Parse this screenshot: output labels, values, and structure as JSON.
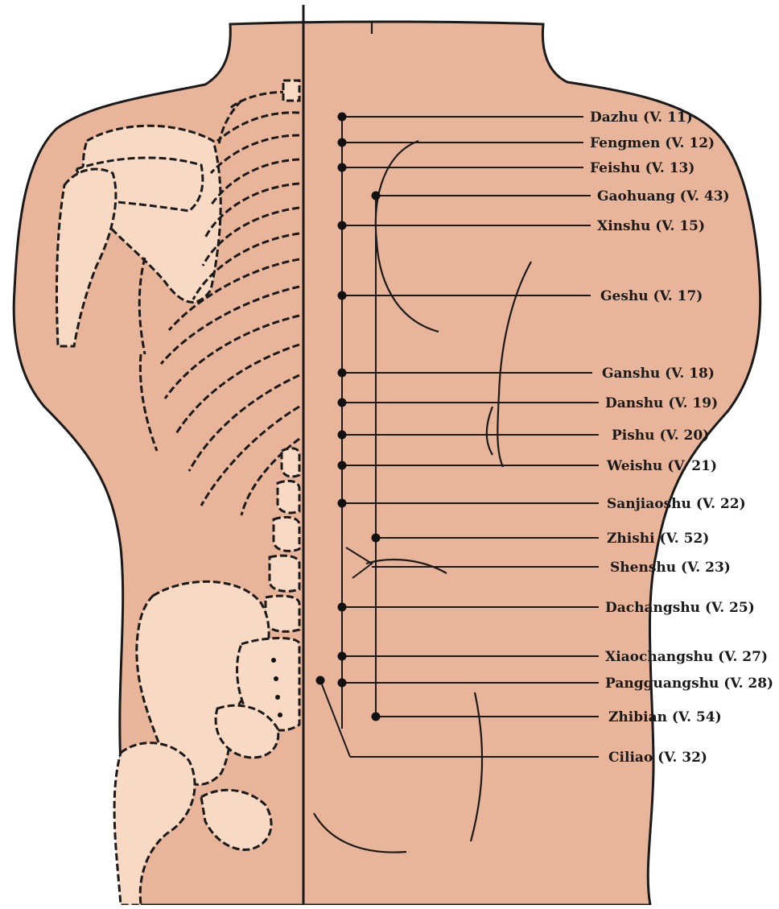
{
  "colors": {
    "skin": "#e8b59a",
    "bone": "#f8d9c4",
    "outline": "#1a1a1a",
    "background": "#ffffff"
  },
  "points": [
    {
      "name": "Dazhu",
      "code": "V. 11",
      "label": "Dazhu (V. 11)",
      "column": "midline"
    },
    {
      "name": "Fengmen",
      "code": "V. 12",
      "label": "Fengmen (V. 12)",
      "column": "midline"
    },
    {
      "name": "Feishu",
      "code": "V. 13",
      "label": "Feishu (V. 13)",
      "column": "midline"
    },
    {
      "name": "Gaohuang",
      "code": "V. 43",
      "label": "Gaohuang (V. 43)",
      "column": "lateral"
    },
    {
      "name": "Xinshu",
      "code": "V. 15",
      "label": "Xinshu (V. 15)",
      "column": "midline"
    },
    {
      "name": "Geshu",
      "code": "V. 17",
      "label": "Geshu (V. 17)",
      "column": "midline"
    },
    {
      "name": "Ganshu",
      "code": "V. 18",
      "label": "Ganshu (V. 18)",
      "column": "midline"
    },
    {
      "name": "Danshu",
      "code": "V. 19",
      "label": "Danshu (V. 19)",
      "column": "midline"
    },
    {
      "name": "Pishu",
      "code": "V. 20",
      "label": "Pishu (V. 20)",
      "column": "midline"
    },
    {
      "name": "Weishu",
      "code": "V. 21",
      "label": "Weishu (V. 21)",
      "column": "midline"
    },
    {
      "name": "Sanjiaoshu",
      "code": "V. 22",
      "label": "Sanjiaoshu (V. 22)",
      "column": "midline"
    },
    {
      "name": "Zhishi",
      "code": "V. 52",
      "label": "Zhishi (V. 52)",
      "column": "lateral"
    },
    {
      "name": "Shenshu",
      "code": "V. 23",
      "label": "Shenshu (V. 23)",
      "column": "midline"
    },
    {
      "name": "Dachangshu",
      "code": "V. 25",
      "label": "Dachangshu (V. 25)",
      "column": "midline"
    },
    {
      "name": "Xiaochangshu",
      "code": "V. 27",
      "label": "Xiaochangshu (V. 27)",
      "column": "midline"
    },
    {
      "name": "Pangguangshu",
      "code": "V. 28",
      "label": "Pangguangshu (V. 28)",
      "column": "midline"
    },
    {
      "name": "Zhibian",
      "code": "V. 54",
      "label": "Zhibian (V. 54)",
      "column": "lateral"
    },
    {
      "name": "Ciliao",
      "code": "V. 32",
      "label": "Ciliao (V. 32)",
      "column": "sacral"
    }
  ]
}
